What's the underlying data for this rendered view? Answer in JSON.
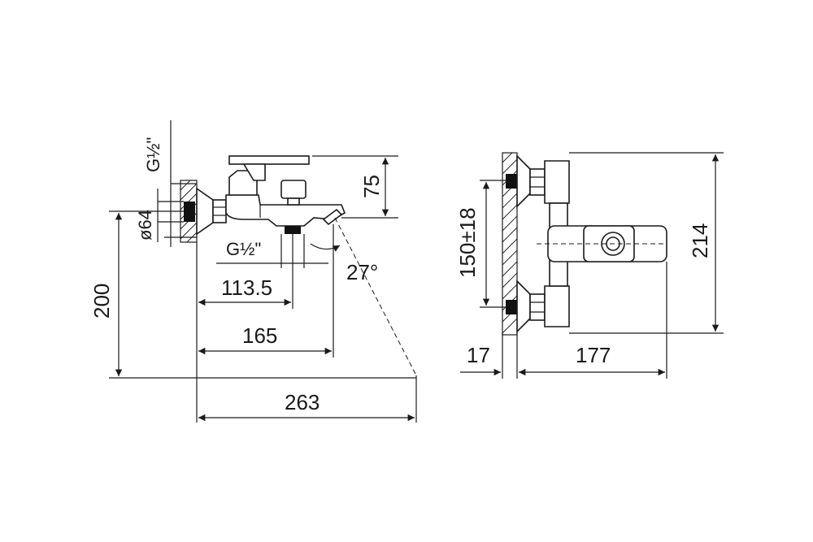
{
  "labels": {
    "thread_top": "G½\"",
    "thread_bottom": "G½\"",
    "diameter": "ø64",
    "height_handle": "75",
    "height_outlet": "200",
    "length_outlet": "113.5",
    "length_handle": "165",
    "length_total": "263",
    "angle": "27°",
    "center_spacing": "150±18",
    "total_height": "214",
    "wall_offset": "17",
    "depth": "177"
  },
  "colors": {
    "line": "#1a1a1a",
    "black_block": "#111111",
    "background": "#ffffff"
  }
}
